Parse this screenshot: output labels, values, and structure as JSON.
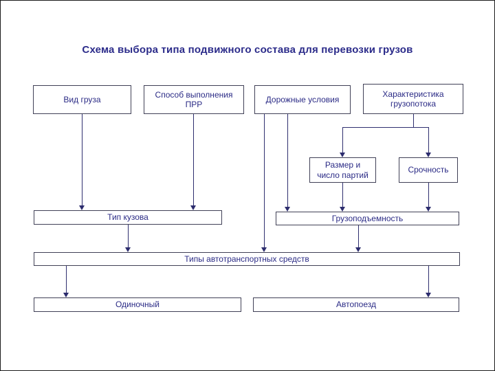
{
  "diagram": {
    "title": "Схема выбора типа подвижного состава для перевозки грузов",
    "nodes": {
      "vid_gruza": {
        "label": "Вид груза"
      },
      "sposob_prr": {
        "label": "Способ выполнения ПРР"
      },
      "dorozhnye_usloviya": {
        "label": "Дорожные условия"
      },
      "kharakteristika_gruzopotoka": {
        "label": "Характеристика грузопотока"
      },
      "razmer_chislo_partiy": {
        "label": "Размер и число партий"
      },
      "srochnost": {
        "label": "Срочность"
      },
      "tip_kuzova": {
        "label": "Тип кузова"
      },
      "gruzopodemnost": {
        "label": "Грузоподъемность"
      },
      "tipy_ats": {
        "label": "Типы автотранспортных средств"
      },
      "odinochny": {
        "label": "Одиночный"
      },
      "avtopoezd": {
        "label": "Автопоезд"
      }
    },
    "edges": [
      {
        "from": "Вид груза",
        "to": "Тип кузова"
      },
      {
        "from": "Способ выполнения ПРР",
        "to": "Тип кузова"
      },
      {
        "from": "Дорожные условия",
        "to": "Грузоподъемность"
      },
      {
        "from": "Дорожные условия",
        "to": "Типы автотранспортных средств"
      },
      {
        "from": "Характеристика грузопотока",
        "to": "Размер и число партий"
      },
      {
        "from": "Характеристика грузопотока",
        "to": "Срочность"
      },
      {
        "from": "Размер и число партий",
        "to": "Грузоподъемность"
      },
      {
        "from": "Срочность",
        "to": "Грузоподъемность"
      },
      {
        "from": "Тип кузова",
        "to": "Типы автотранспортных средств"
      },
      {
        "from": "Грузоподъемность",
        "to": "Типы автотранспортных средств"
      },
      {
        "from": "Типы автотранспортных средств",
        "to": "Одиночный"
      },
      {
        "from": "Типы автотранспортных средств",
        "to": "Автопоезд"
      }
    ],
    "colors": {
      "background": "#ffffff",
      "text": "#2a2a85",
      "box_border": "#3f3f55",
      "line": "#2d2d6e",
      "title_text": "#2b2b8a"
    }
  }
}
